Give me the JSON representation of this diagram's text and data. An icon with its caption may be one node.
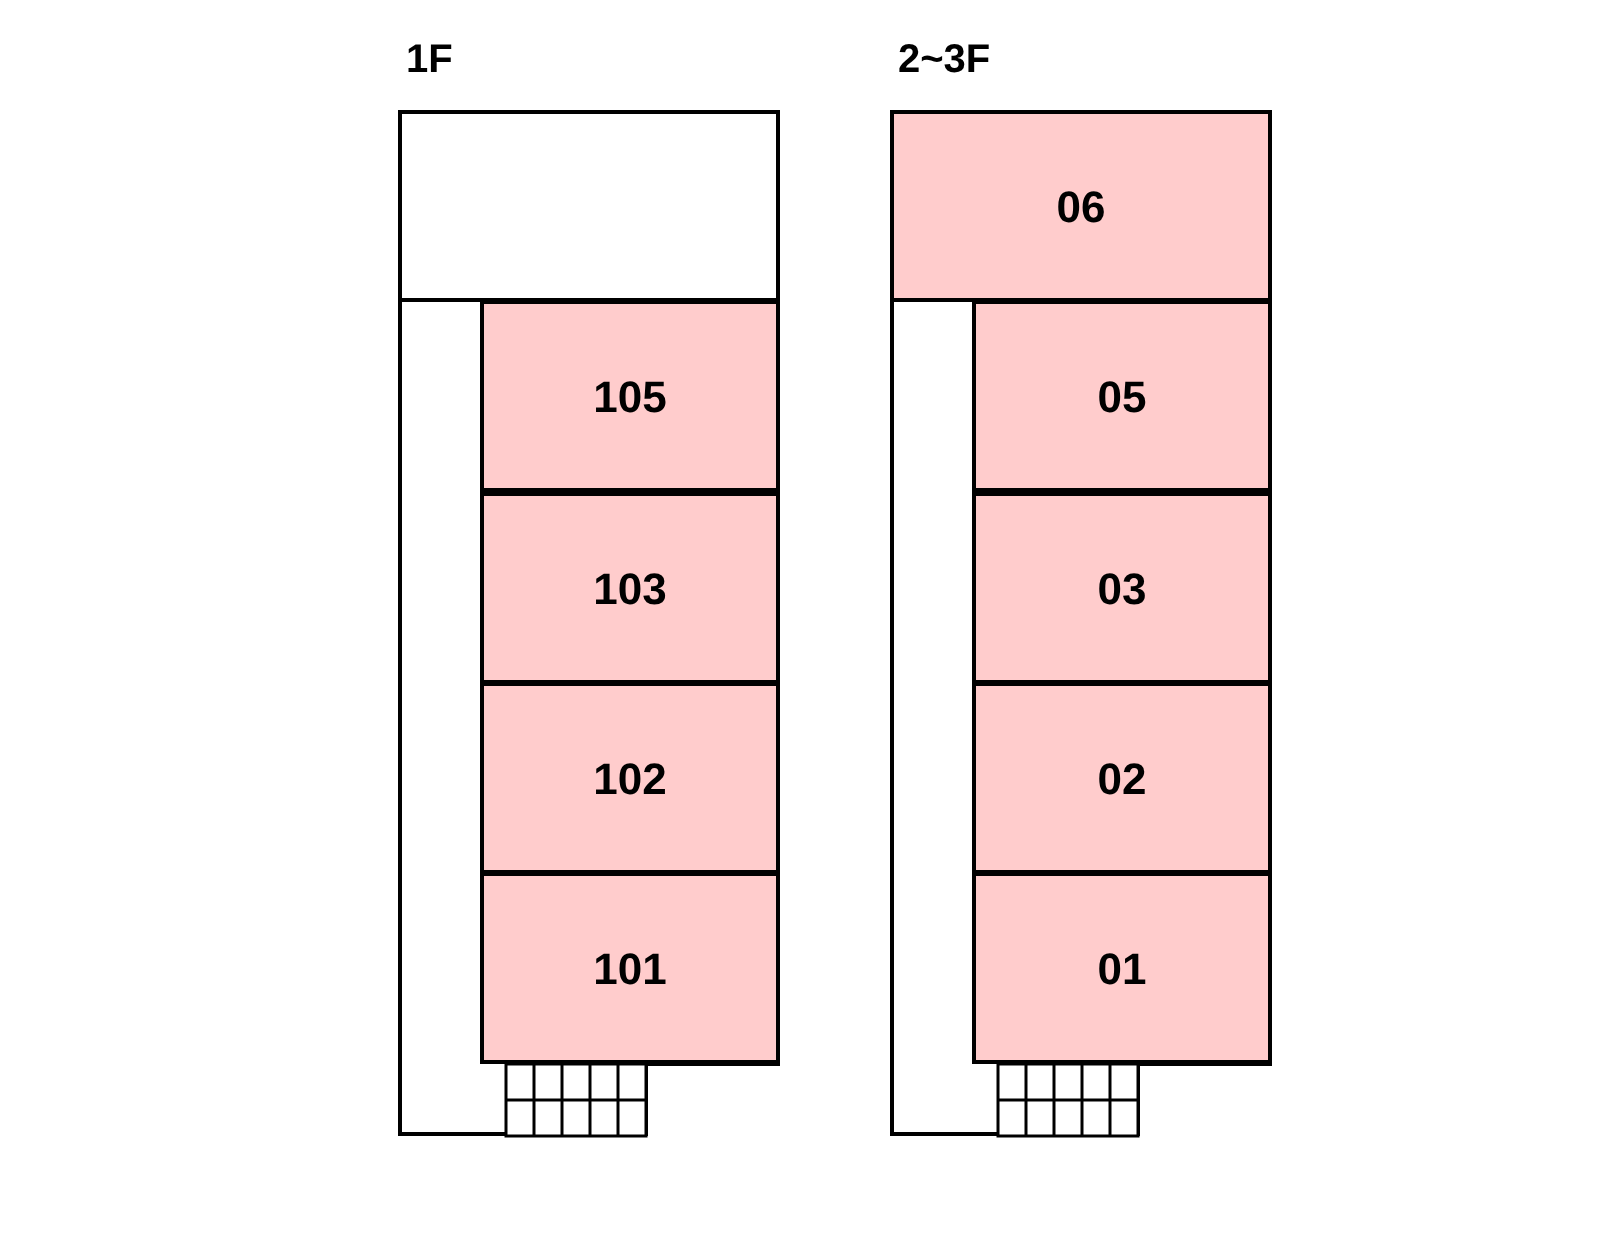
{
  "diagram": {
    "nodes": [
      {
        "text": [
          "1F"
        ]
      },
      {
        "text": [],
        "shape": "box",
        "in": 0
      },
      {
        "text": [
          "105"
        ],
        "in": 0
      },
      {
        "text": [
          "103"
        ],
        "in": 0
      },
      {
        "text": [
          "102"
        ],
        "in": 0
      },
      {
        "text": [
          "101"
        ],
        "in": 0
      },
      {
        "text": [
          "2~3F"
        ]
      },
      {
        "text": [
          "06"
        ],
        "in": 6
      },
      {
        "text": [
          "05"
        ],
        "in": 6
      },
      {
        "text": [
          "03"
        ],
        "in": 6
      },
      {
        "text": [
          "02"
        ],
        "in": 6
      },
      {
        "text": [
          "01"
        ],
        "in": 6
      }
    ]
  }
}
